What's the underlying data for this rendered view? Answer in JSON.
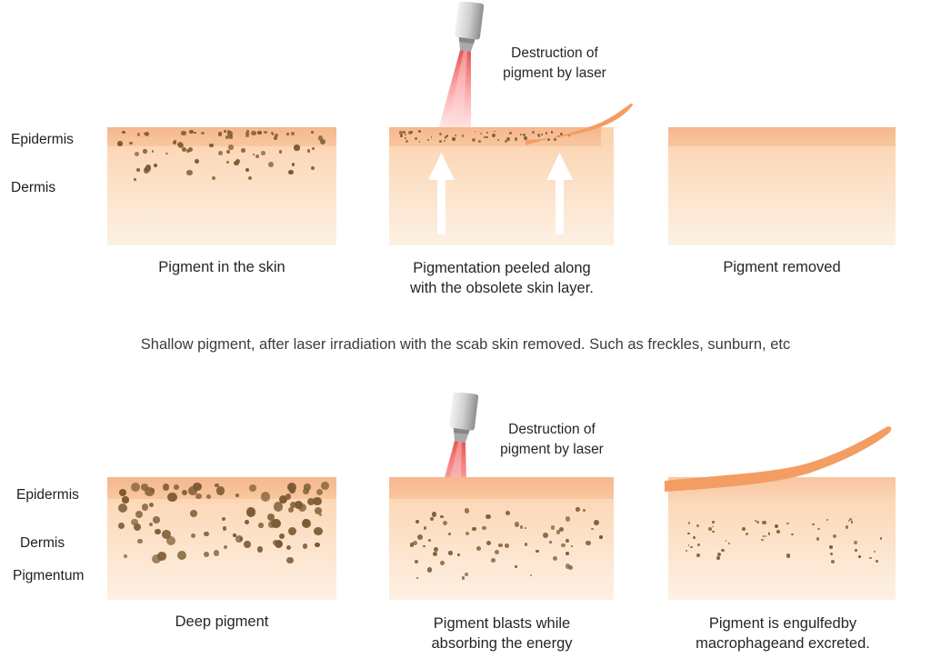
{
  "labels": {
    "top": {
      "epidermis": "Epidermis",
      "dermis": "Dermis"
    },
    "bottom": {
      "epidermis": "Epidermis",
      "dermis": "Dermis",
      "pigmentum": "Pigmentum"
    }
  },
  "top_row": {
    "laser_label_line1": "Destruction of",
    "laser_label_line2": "pigment by laser",
    "panel1_caption": "Pigment in the skin",
    "panel2_caption_line1": "Pigmentation peeled along",
    "panel2_caption_line2": "with the obsolete skin layer.",
    "panel3_caption": "Pigment removed"
  },
  "middle_text": "Shallow pigment, after laser irradiation with the scab skin removed. Such as freckles, sunburn, etc",
  "bottom_row": {
    "laser_label_line1": "Destruction of",
    "laser_label_line2": "pigment by laser",
    "panel1_caption": "Deep pigment",
    "panel2_caption_line1": "Pigment blasts while",
    "panel2_caption_line2": "absorbing the energy",
    "panel3_caption_line1": "Pigment is engulfedby",
    "panel3_caption_line2": "macrophageand excreted."
  },
  "colors": {
    "epidermis": "#f5b78e",
    "dermis_top": "#fbd2ad",
    "dermis_bottom": "#fdf1e4",
    "peel": "#f49d62",
    "dot": "#7b5b33",
    "beam": "#ee5a5a"
  }
}
